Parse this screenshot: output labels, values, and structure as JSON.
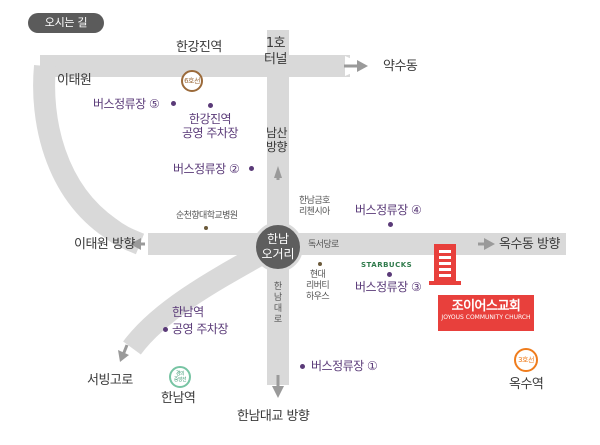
{
  "title": "오시는 길",
  "center_junction": {
    "line1": "한남",
    "line2": "오거리"
  },
  "labels": {
    "tunnel_1ho": "1호",
    "tunnel_1ho_2": "터널",
    "yaksu_dong": "약수동",
    "hangang_jin_station": "한강진역",
    "line6": "6호선",
    "itaewon": "이태원",
    "bus_stop_5": "버스정류장 ⑤",
    "hangang_jin_parking_1": "한강진역",
    "hangang_jin_parking_2": "공영 주차장",
    "namsan_1": "남산",
    "namsan_2": "방향",
    "bus_stop_2": "버스정류장 ②",
    "hannam_geumho_1": "한남금호",
    "hannam_geumho_2": "리첸시아",
    "bus_stop_4": "버스정류장 ④",
    "soonchunhyang": "순천향대학교병원",
    "itaewon_direction": "이태원 방향",
    "doksodang_ro": "독서당로",
    "oksu_direction": "옥수동 방향",
    "hyundai_1": "현대",
    "hyundai_2": "리버티",
    "hyundai_3": "하우스",
    "starbucks": "STARBUCKS",
    "bus_stop_3": "버스정류장 ③",
    "hannam_daero": "한남대로",
    "church_name": "조이어스교회",
    "church_sub": "JOYOUS COMMUNITY CHURCH",
    "hannam_station_parking_1": "한남역",
    "hannam_station_parking_2": "공영 주차장",
    "bus_stop_1": "버스정류장 ①",
    "line3": "3호선",
    "jungang_line_1": "경의",
    "jungang_line_2": "중앙선",
    "seobinggo_ro": "서빙고로",
    "hannam_station": "한남역",
    "oksu_station": "옥수역",
    "hannam_bridge_direction": "한남대교 방향"
  },
  "colors": {
    "road": "#d9d9d9",
    "arrow": "#9a9a9a",
    "bus": "#5a3a78",
    "church": "#e8403c",
    "line6": "#9b6a3a",
    "line3": "#ef7c1c",
    "jungang": "#77c4a3"
  }
}
